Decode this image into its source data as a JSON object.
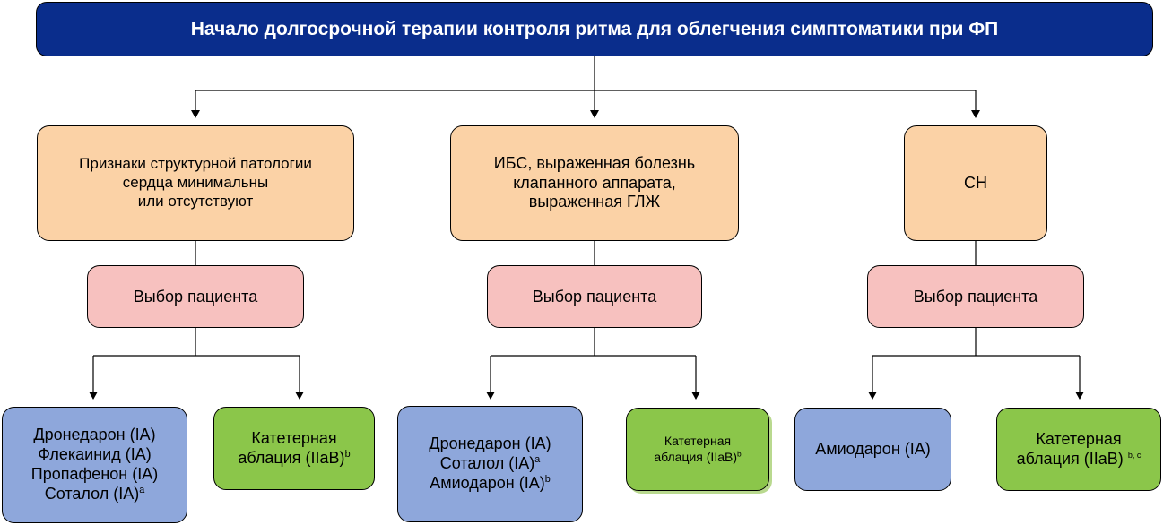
{
  "title": "Начало долгосрочной терапии контроля ритма для облегчения симптоматики при ФП",
  "columns": [
    {
      "condition": [
        "Признаки структурной патологии",
        "сердца минимальны",
        "или отсутствуют"
      ],
      "selection": "Выбор пациента",
      "drugs": [
        {
          "text": "Дронедарон (IA)",
          "sup": ""
        },
        {
          "text": "Флекаинид (IA)",
          "sup": ""
        },
        {
          "text": "Пропафенон (IA)",
          "sup": ""
        },
        {
          "text": "Соталол (IA)",
          "sup": "a"
        }
      ],
      "ablation": [
        {
          "text": "Катетерная",
          "sup": ""
        },
        {
          "text": "аблация (IIaB)",
          "sup": "b"
        }
      ]
    },
    {
      "condition": [
        "ИБС, выраженная болезнь",
        "клапанного аппарата,",
        "выраженная ГЛЖ"
      ],
      "selection": "Выбор пациента",
      "drugs": [
        {
          "text": "Дронедарон (IA)",
          "sup": ""
        },
        {
          "text": "Соталол (IA)",
          "sup": "a"
        },
        {
          "text": "Амиодарон (IA)",
          "sup": "b"
        }
      ],
      "ablation": [
        {
          "text": "Катетерная",
          "sup": ""
        },
        {
          "text": "аблация (IIaB)",
          "sup": "b"
        }
      ]
    },
    {
      "condition": [
        "СН"
      ],
      "selection": "Выбор пациента",
      "drugs": [
        {
          "text": "Амиодарон (IA)",
          "sup": ""
        }
      ],
      "ablation": [
        {
          "text": "Катетерная",
          "sup": ""
        },
        {
          "text": "аблация (IIaB)",
          "sup": "b, c"
        }
      ]
    }
  ],
  "colors": {
    "title_bg": "#0a2d8c",
    "condition_bg": "#fbd2a6",
    "selection_bg": "#f7c1bf",
    "drug_bg": "#8ea7db",
    "ablation_bg": "#8bc64a"
  }
}
